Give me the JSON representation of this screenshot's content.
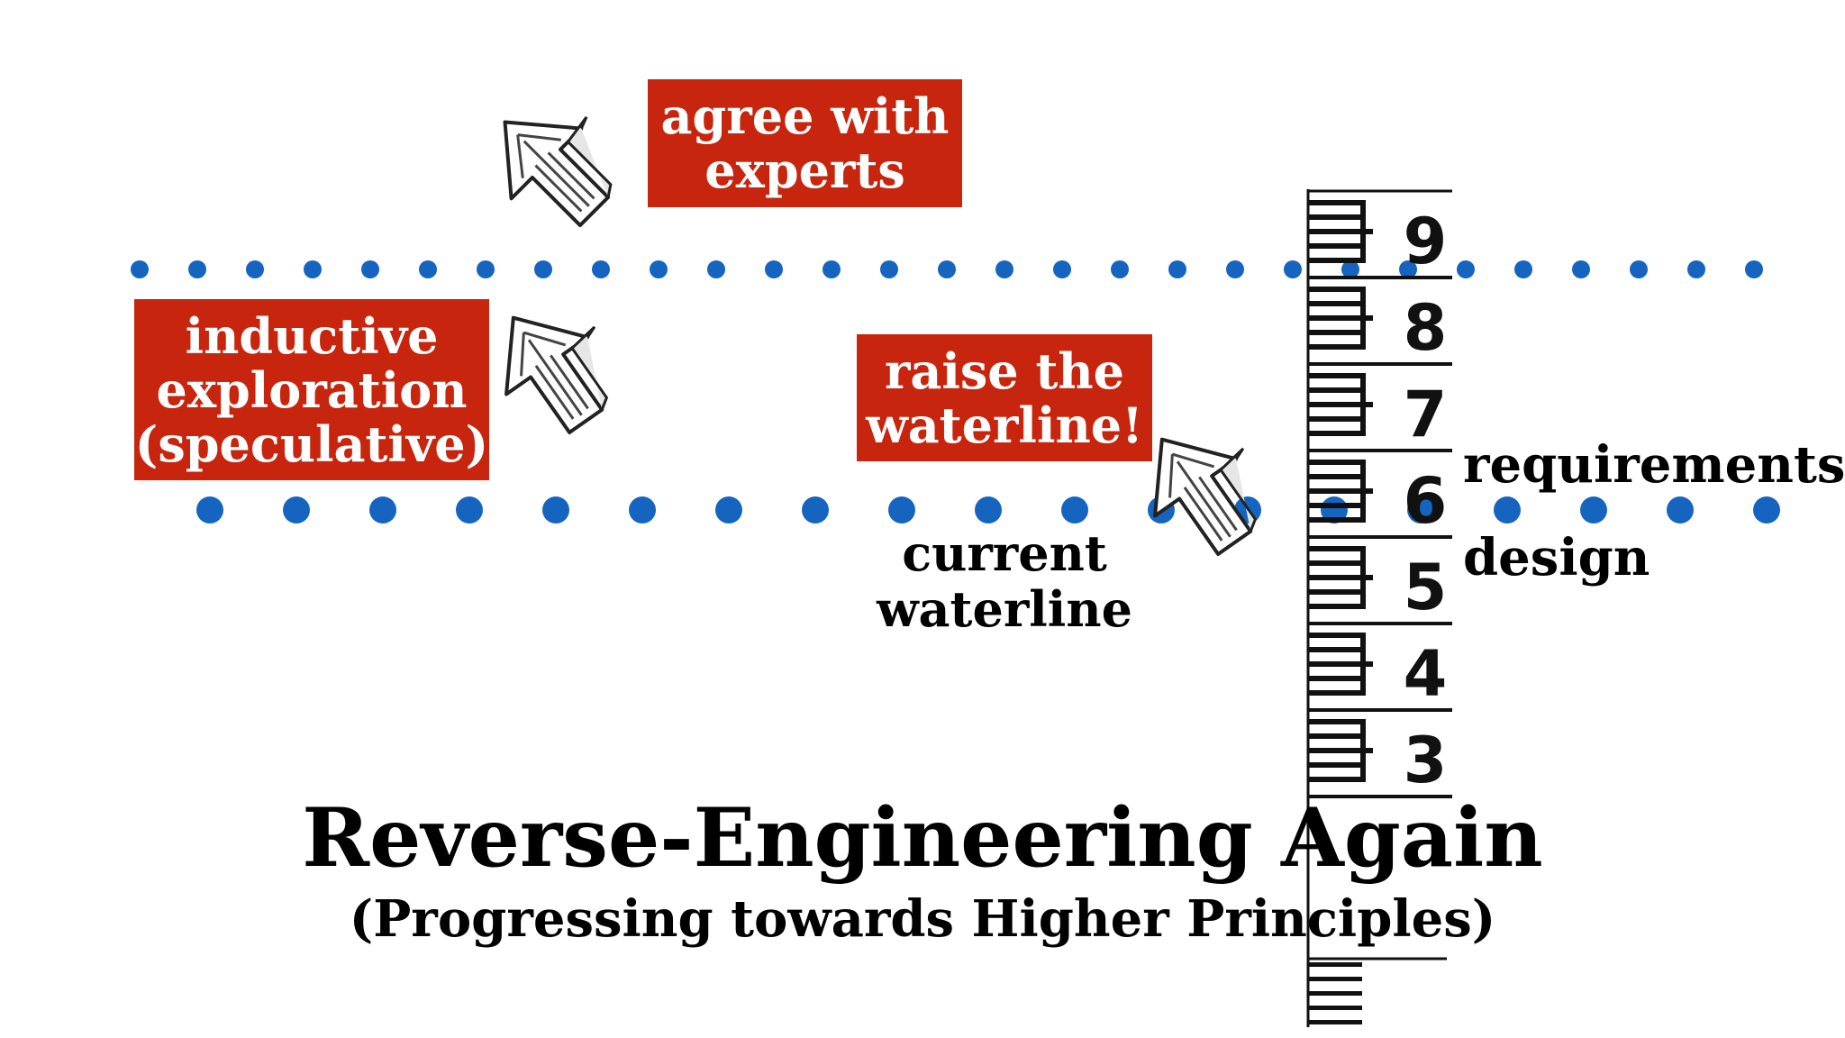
{
  "boxes": {
    "agree": [
      "agree with",
      "experts"
    ],
    "inductive": [
      "inductive",
      "exploration",
      "(speculative)"
    ],
    "raise": [
      "raise the",
      "waterline!"
    ]
  },
  "labels": {
    "current_waterline": [
      "current",
      "waterline"
    ],
    "requirements": "requirements",
    "design": "design"
  },
  "gauge_numbers": [
    "9",
    "8",
    "7",
    "6",
    "5",
    "4",
    "3"
  ],
  "title": "Reverse-Engineering Again",
  "subtitle": "(Progressing towards Higher Principles)",
  "colors": {
    "box_red": "#c8250e",
    "dot_blue": "#1565c0"
  },
  "icons": [
    "arrow-up-right-icon",
    "arrow-up-left-icon",
    "arrow-up-left-icon"
  ]
}
